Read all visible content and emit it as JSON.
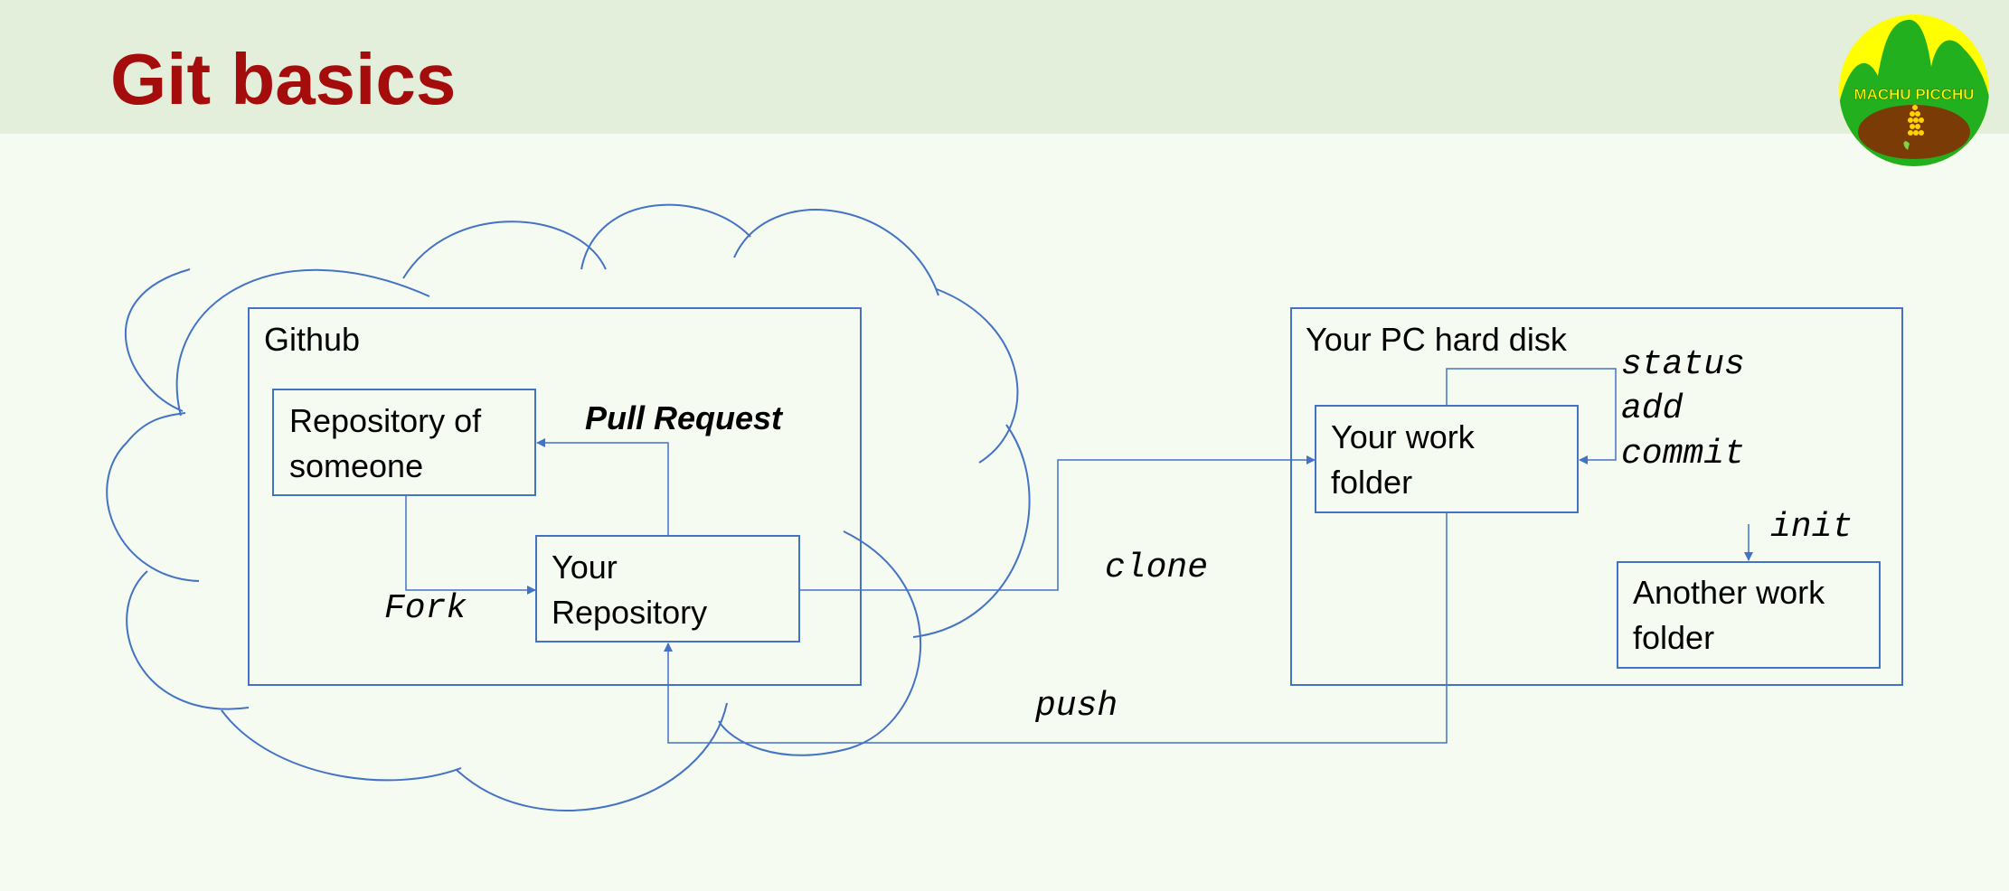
{
  "slide": {
    "title": "Git basics"
  },
  "logo": {
    "text": "MACHU PICCHU",
    "colors": {
      "sky": "#ffff00",
      "mountain": "#22b01e",
      "soil": "#7a3b07",
      "corn": "#ffd200"
    }
  },
  "diagram": {
    "github": {
      "label": "Github",
      "repo_someone": [
        "Repository of",
        "someone"
      ],
      "your_repo": [
        "Your",
        "Repository"
      ]
    },
    "pc": {
      "label": "Your PC hard disk",
      "work_folder": [
        "Your work",
        "folder"
      ],
      "another_folder": [
        "Another work",
        "folder"
      ]
    },
    "actions": {
      "pull_request": "Pull Request",
      "fork": "Fork",
      "clone": "clone",
      "push": "push",
      "status": "status",
      "add": "add",
      "commit": "commit",
      "init": "init"
    }
  },
  "colors": {
    "title": "#a50d0d",
    "header_band": "#e3eedb",
    "background": "#f5fbf1",
    "lines": "#4472c4"
  }
}
